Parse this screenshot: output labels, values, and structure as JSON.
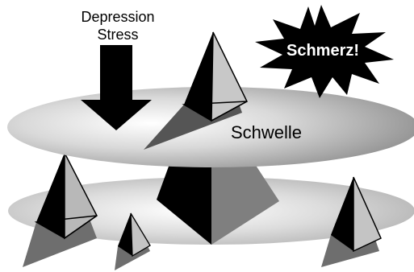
{
  "diagram": {
    "arrow_label_line1": "Depression",
    "arrow_label_line2": "Stress",
    "threshold_label": "Schwelle",
    "burst_label": "Schmerz!"
  },
  "colors": {
    "black": "#000000",
    "white": "#ffffff",
    "plane_light": "#e6e6e6",
    "plane_mid": "#9a9a9a",
    "face_light": "#bdbdbd",
    "face_mid": "#8c8c8c",
    "face_dark": "#3b3b3b",
    "shadow": "#6f6f6f"
  }
}
